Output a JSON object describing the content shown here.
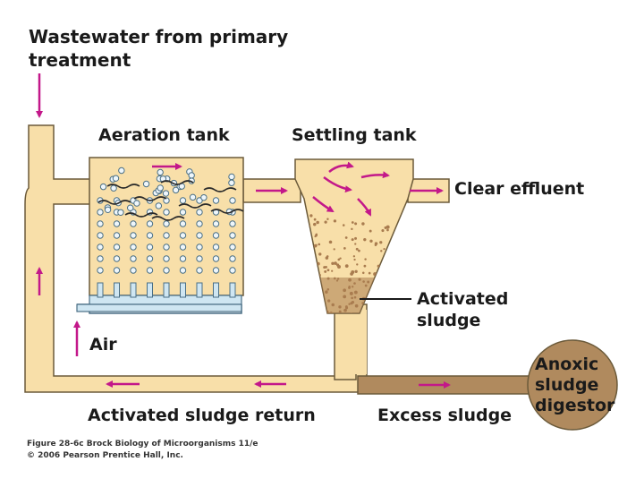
{
  "title": {
    "line1": "Wastewater from primary",
    "line2": "treatment"
  },
  "labels": {
    "aeration_tank": "Aeration tank",
    "settling_tank": "Settling tank",
    "clear_effluent": "Clear effluent",
    "activated_sludge_line1": "Activated",
    "activated_sludge_line2": "sludge",
    "air": "Air",
    "activated_sludge_return": "Activated sludge return",
    "excess_sludge": "Excess sludge",
    "digestor_line1": "Anoxic",
    "digestor_line2": "sludge",
    "digestor_line3": "digestor"
  },
  "caption": {
    "line1": "Figure 28-6c  Brock Biology of Microorganisms 11/e",
    "line2": "© 2006 Pearson Prentice Hall, Inc."
  },
  "colors": {
    "pipe": "#f8dfa9",
    "pipe_outline": "#6b5a3a",
    "sludge_pipe": "#b08a5e",
    "arrow": "#c3188a",
    "aerator": "#cfe6f2",
    "sludge_dense": "#a97c4f"
  }
}
